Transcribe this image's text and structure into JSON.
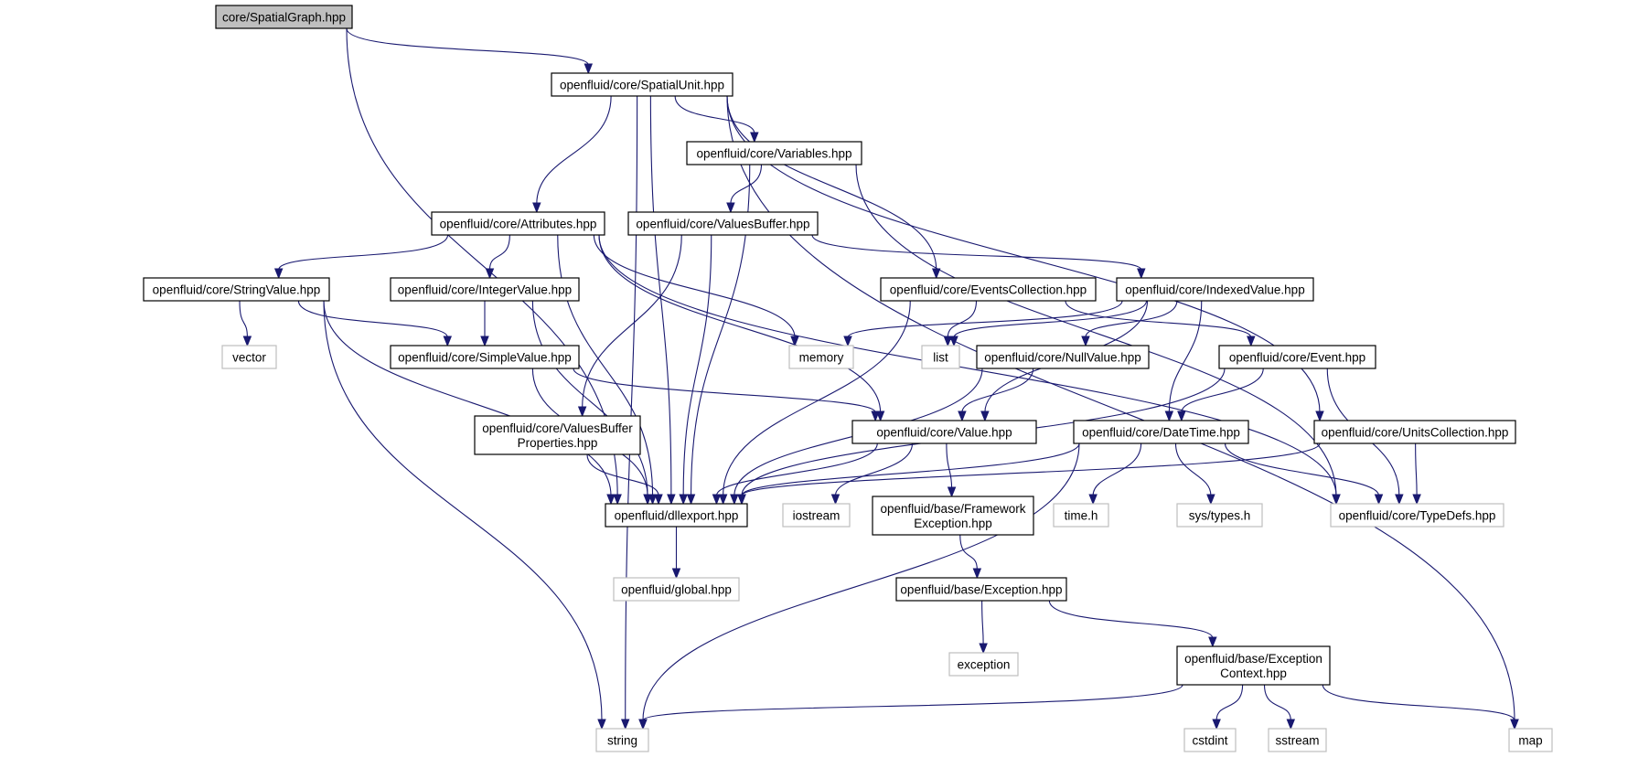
{
  "colors": {
    "edge": "#191970",
    "root_fill": "#bfbfbf",
    "external_border": "#bfbfbf"
  },
  "nodes": {
    "spatialgraph": {
      "lines": [
        "core/SpatialGraph.hpp"
      ],
      "kind": "root"
    },
    "spatialunit": {
      "lines": [
        "openfluid/core/SpatialUnit.hpp"
      ],
      "kind": "file"
    },
    "variables": {
      "lines": [
        "openfluid/core/Variables.hpp"
      ],
      "kind": "file"
    },
    "attributes": {
      "lines": [
        "openfluid/core/Attributes.hpp"
      ],
      "kind": "file"
    },
    "valuesbuffer": {
      "lines": [
        "openfluid/core/ValuesBuffer.hpp"
      ],
      "kind": "file"
    },
    "stringvalue": {
      "lines": [
        "openfluid/core/StringValue.hpp"
      ],
      "kind": "file"
    },
    "integervalue": {
      "lines": [
        "openfluid/core/IntegerValue.hpp"
      ],
      "kind": "file"
    },
    "eventscollection": {
      "lines": [
        "openfluid/core/EventsCollection.hpp"
      ],
      "kind": "file"
    },
    "indexedvalue": {
      "lines": [
        "openfluid/core/IndexedValue.hpp"
      ],
      "kind": "file"
    },
    "vector": {
      "lines": [
        "vector"
      ],
      "kind": "external"
    },
    "simplevalue": {
      "lines": [
        "openfluid/core/SimpleValue.hpp"
      ],
      "kind": "file"
    },
    "memory": {
      "lines": [
        "memory"
      ],
      "kind": "external"
    },
    "list": {
      "lines": [
        "list"
      ],
      "kind": "external"
    },
    "nullvalue": {
      "lines": [
        "openfluid/core/NullValue.hpp"
      ],
      "kind": "file"
    },
    "event": {
      "lines": [
        "openfluid/core/Event.hpp"
      ],
      "kind": "file"
    },
    "vbprops": {
      "lines": [
        "openfluid/core/ValuesBuffer",
        "Properties.hpp"
      ],
      "kind": "file"
    },
    "value": {
      "lines": [
        "openfluid/core/Value.hpp"
      ],
      "kind": "file"
    },
    "datetime": {
      "lines": [
        "openfluid/core/DateTime.hpp"
      ],
      "kind": "file"
    },
    "unitscollection": {
      "lines": [
        "openfluid/core/UnitsCollection.hpp"
      ],
      "kind": "file"
    },
    "dllexport": {
      "lines": [
        "openfluid/dllexport.hpp"
      ],
      "kind": "file"
    },
    "iostream": {
      "lines": [
        "iostream"
      ],
      "kind": "external"
    },
    "fwexception": {
      "lines": [
        "openfluid/base/Framework",
        "Exception.hpp"
      ],
      "kind": "file"
    },
    "timeh": {
      "lines": [
        "time.h"
      ],
      "kind": "external"
    },
    "systypes": {
      "lines": [
        "sys/types.h"
      ],
      "kind": "external"
    },
    "typedefs": {
      "lines": [
        "openfluid/core/TypeDefs.hpp"
      ],
      "kind": "external"
    },
    "global": {
      "lines": [
        "openfluid/global.hpp"
      ],
      "kind": "external"
    },
    "exceptionhpp": {
      "lines": [
        "openfluid/base/Exception.hpp"
      ],
      "kind": "file"
    },
    "exception": {
      "lines": [
        "exception"
      ],
      "kind": "external"
    },
    "exccontext": {
      "lines": [
        "openfluid/base/Exception",
        "Context.hpp"
      ],
      "kind": "file"
    },
    "string": {
      "lines": [
        "string"
      ],
      "kind": "external"
    },
    "cstdint": {
      "lines": [
        "cstdint"
      ],
      "kind": "external"
    },
    "sstream": {
      "lines": [
        "sstream"
      ],
      "kind": "external"
    },
    "map": {
      "lines": [
        "map"
      ],
      "kind": "external"
    }
  },
  "edges": [
    [
      "spatialgraph",
      "spatialunit"
    ],
    [
      "spatialgraph",
      "dllexport"
    ],
    [
      "spatialunit",
      "variables"
    ],
    [
      "spatialunit",
      "attributes"
    ],
    [
      "spatialunit",
      "eventscollection"
    ],
    [
      "spatialunit",
      "unitscollection"
    ],
    [
      "spatialunit",
      "dllexport"
    ],
    [
      "spatialunit",
      "string"
    ],
    [
      "spatialunit",
      "map"
    ],
    [
      "variables",
      "valuesbuffer"
    ],
    [
      "variables",
      "dllexport"
    ],
    [
      "variables",
      "typedefs"
    ],
    [
      "attributes",
      "stringvalue"
    ],
    [
      "attributes",
      "integervalue"
    ],
    [
      "attributes",
      "memory"
    ],
    [
      "attributes",
      "value"
    ],
    [
      "attributes",
      "dllexport"
    ],
    [
      "attributes",
      "typedefs"
    ],
    [
      "valuesbuffer",
      "vbprops"
    ],
    [
      "valuesbuffer",
      "dllexport"
    ],
    [
      "valuesbuffer",
      "indexedvalue"
    ],
    [
      "stringvalue",
      "vector"
    ],
    [
      "stringvalue",
      "simplevalue"
    ],
    [
      "stringvalue",
      "dllexport"
    ],
    [
      "stringvalue",
      "string"
    ],
    [
      "integervalue",
      "simplevalue"
    ],
    [
      "integervalue",
      "dllexport"
    ],
    [
      "eventscollection",
      "list"
    ],
    [
      "eventscollection",
      "event"
    ],
    [
      "eventscollection",
      "dllexport"
    ],
    [
      "indexedvalue",
      "memory"
    ],
    [
      "indexedvalue",
      "list"
    ],
    [
      "indexedvalue",
      "nullvalue"
    ],
    [
      "indexedvalue",
      "value"
    ],
    [
      "indexedvalue",
      "datetime"
    ],
    [
      "simplevalue",
      "value"
    ],
    [
      "simplevalue",
      "dllexport"
    ],
    [
      "nullvalue",
      "value"
    ],
    [
      "nullvalue",
      "dllexport"
    ],
    [
      "event",
      "datetime"
    ],
    [
      "event",
      "typedefs"
    ],
    [
      "event",
      "dllexport"
    ],
    [
      "vbprops",
      "dllexport"
    ],
    [
      "value",
      "dllexport"
    ],
    [
      "value",
      "iostream"
    ],
    [
      "value",
      "fwexception"
    ],
    [
      "datetime",
      "timeh"
    ],
    [
      "datetime",
      "systypes"
    ],
    [
      "datetime",
      "typedefs"
    ],
    [
      "datetime",
      "string"
    ],
    [
      "datetime",
      "dllexport"
    ],
    [
      "unitscollection",
      "typedefs"
    ],
    [
      "unitscollection",
      "dllexport"
    ],
    [
      "dllexport",
      "global"
    ],
    [
      "fwexception",
      "exceptionhpp"
    ],
    [
      "exceptionhpp",
      "exception"
    ],
    [
      "exceptionhpp",
      "exccontext"
    ],
    [
      "exccontext",
      "string"
    ],
    [
      "exccontext",
      "cstdint"
    ],
    [
      "exccontext",
      "sstream"
    ],
    [
      "exccontext",
      "map"
    ]
  ]
}
